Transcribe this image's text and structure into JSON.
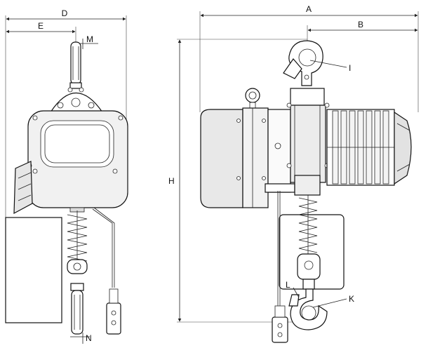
{
  "diagram": {
    "labels": {
      "D": "D",
      "E": "E",
      "M": "M",
      "N": "N",
      "A": "A",
      "B": "B",
      "H": "H",
      "I": "I",
      "K": "K",
      "L": "L"
    },
    "colors": {
      "line": "#111111",
      "body_fill": "#eeeeee",
      "dark_fill": "#d8d8d8",
      "background": "#ffffff"
    }
  }
}
